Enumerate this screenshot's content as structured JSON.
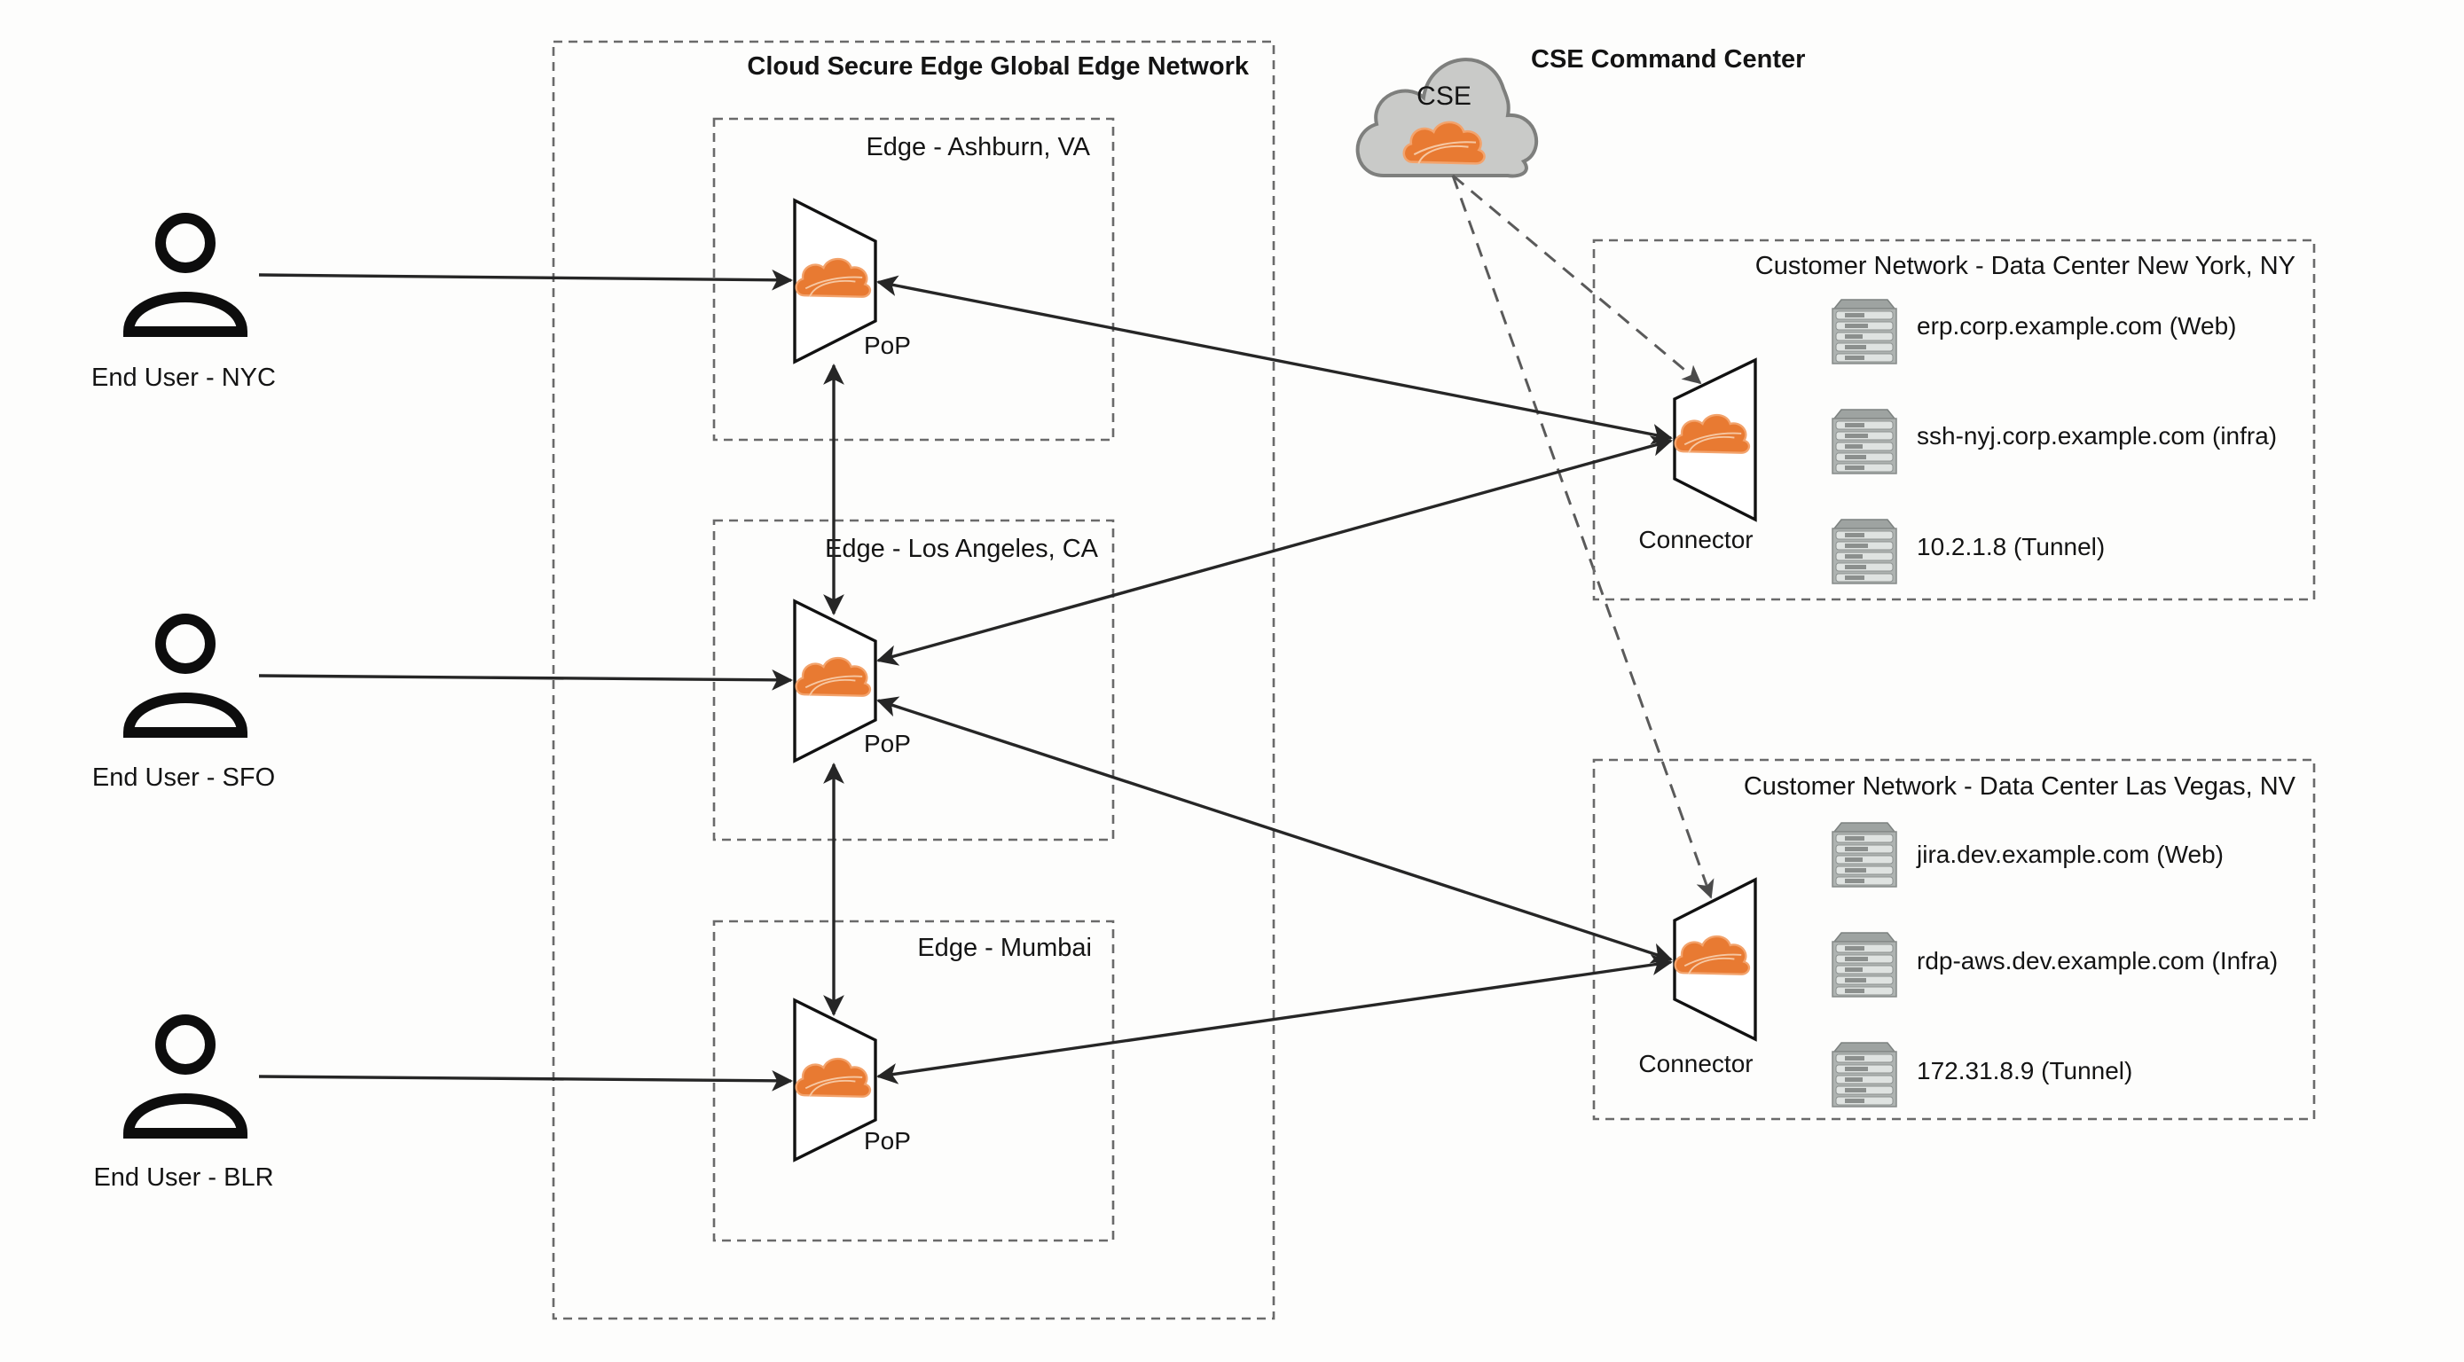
{
  "diagram": {
    "global_network": {
      "title": "Cloud Secure Edge Global Edge Network",
      "edges": [
        {
          "label": "Edge - Ashburn, VA",
          "node": "PoP"
        },
        {
          "label": "Edge - Los Angeles, CA",
          "node": "PoP"
        },
        {
          "label": "Edge - Mumbai",
          "node": "PoP"
        }
      ]
    },
    "command_center": {
      "title": "CSE Command Center",
      "cloud_label": "CSE"
    },
    "users": [
      {
        "label": "End User - NYC"
      },
      {
        "label": "End User - SFO"
      },
      {
        "label": "End User - BLR"
      }
    ],
    "customer_networks": [
      {
        "title": "Customer Network - Data Center New York, NY",
        "connector_label": "Connector",
        "resources": [
          {
            "label": "erp.corp.example.com (Web)"
          },
          {
            "label": "ssh-nyj.corp.example.com (infra)"
          },
          {
            "label": "10.2.1.8 (Tunnel)"
          }
        ]
      },
      {
        "title": "Customer Network - Data Center Las Vegas, NV",
        "connector_label": "Connector",
        "resources": [
          {
            "label": "jira.dev.example.com (Web)"
          },
          {
            "label": "rdp-aws.dev.example.com (Infra)"
          },
          {
            "label": "172.31.8.9 (Tunnel)"
          }
        ]
      }
    ],
    "colors": {
      "brand_orange": "#e87a32",
      "cloud_gray": "#c9cac8",
      "line": "#262626"
    }
  }
}
